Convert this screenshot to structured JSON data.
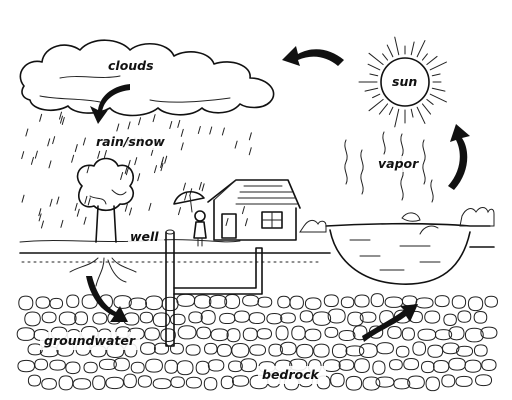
{
  "labels": {
    "clouds": "clouds",
    "sun": "sun",
    "rain_snow": "rain/snow",
    "vapor": "vapor",
    "well": "well",
    "groundwater": "groundwater",
    "bedrock": "bedrock"
  }
}
